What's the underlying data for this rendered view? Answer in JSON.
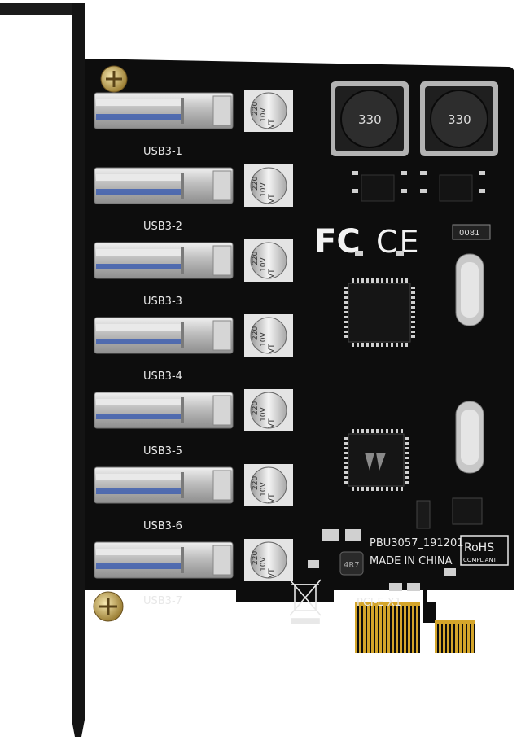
{
  "ports": [
    {
      "label": "USB3-1"
    },
    {
      "label": "USB3-2"
    },
    {
      "label": "USB3-3"
    },
    {
      "label": "USB3-4"
    },
    {
      "label": "USB3-5"
    },
    {
      "label": "USB3-6"
    },
    {
      "label": "USB3-7"
    }
  ],
  "capacitor": {
    "line1": "220",
    "line2": "10V",
    "line3": "VT"
  },
  "chokes": [
    {
      "label": "330"
    },
    {
      "label": "330"
    }
  ],
  "logos": {
    "fcc": "FC",
    "ce": "CE"
  },
  "board": {
    "model": "PBU3057_191201",
    "origin": "MADE IN CHINA",
    "interface": "PCI-E X1",
    "rohs": "RoHS",
    "rohs_sub": "COMPLIANT",
    "inductor_small": "4R7",
    "resistor": "0081"
  },
  "colors": {
    "pcb": "#0d0d0d",
    "bracket": "#1a1a1a",
    "gold": "#d4a52a",
    "usb_metal": "#c9c9c9",
    "usb_tongue": "#3a5bb0"
  }
}
